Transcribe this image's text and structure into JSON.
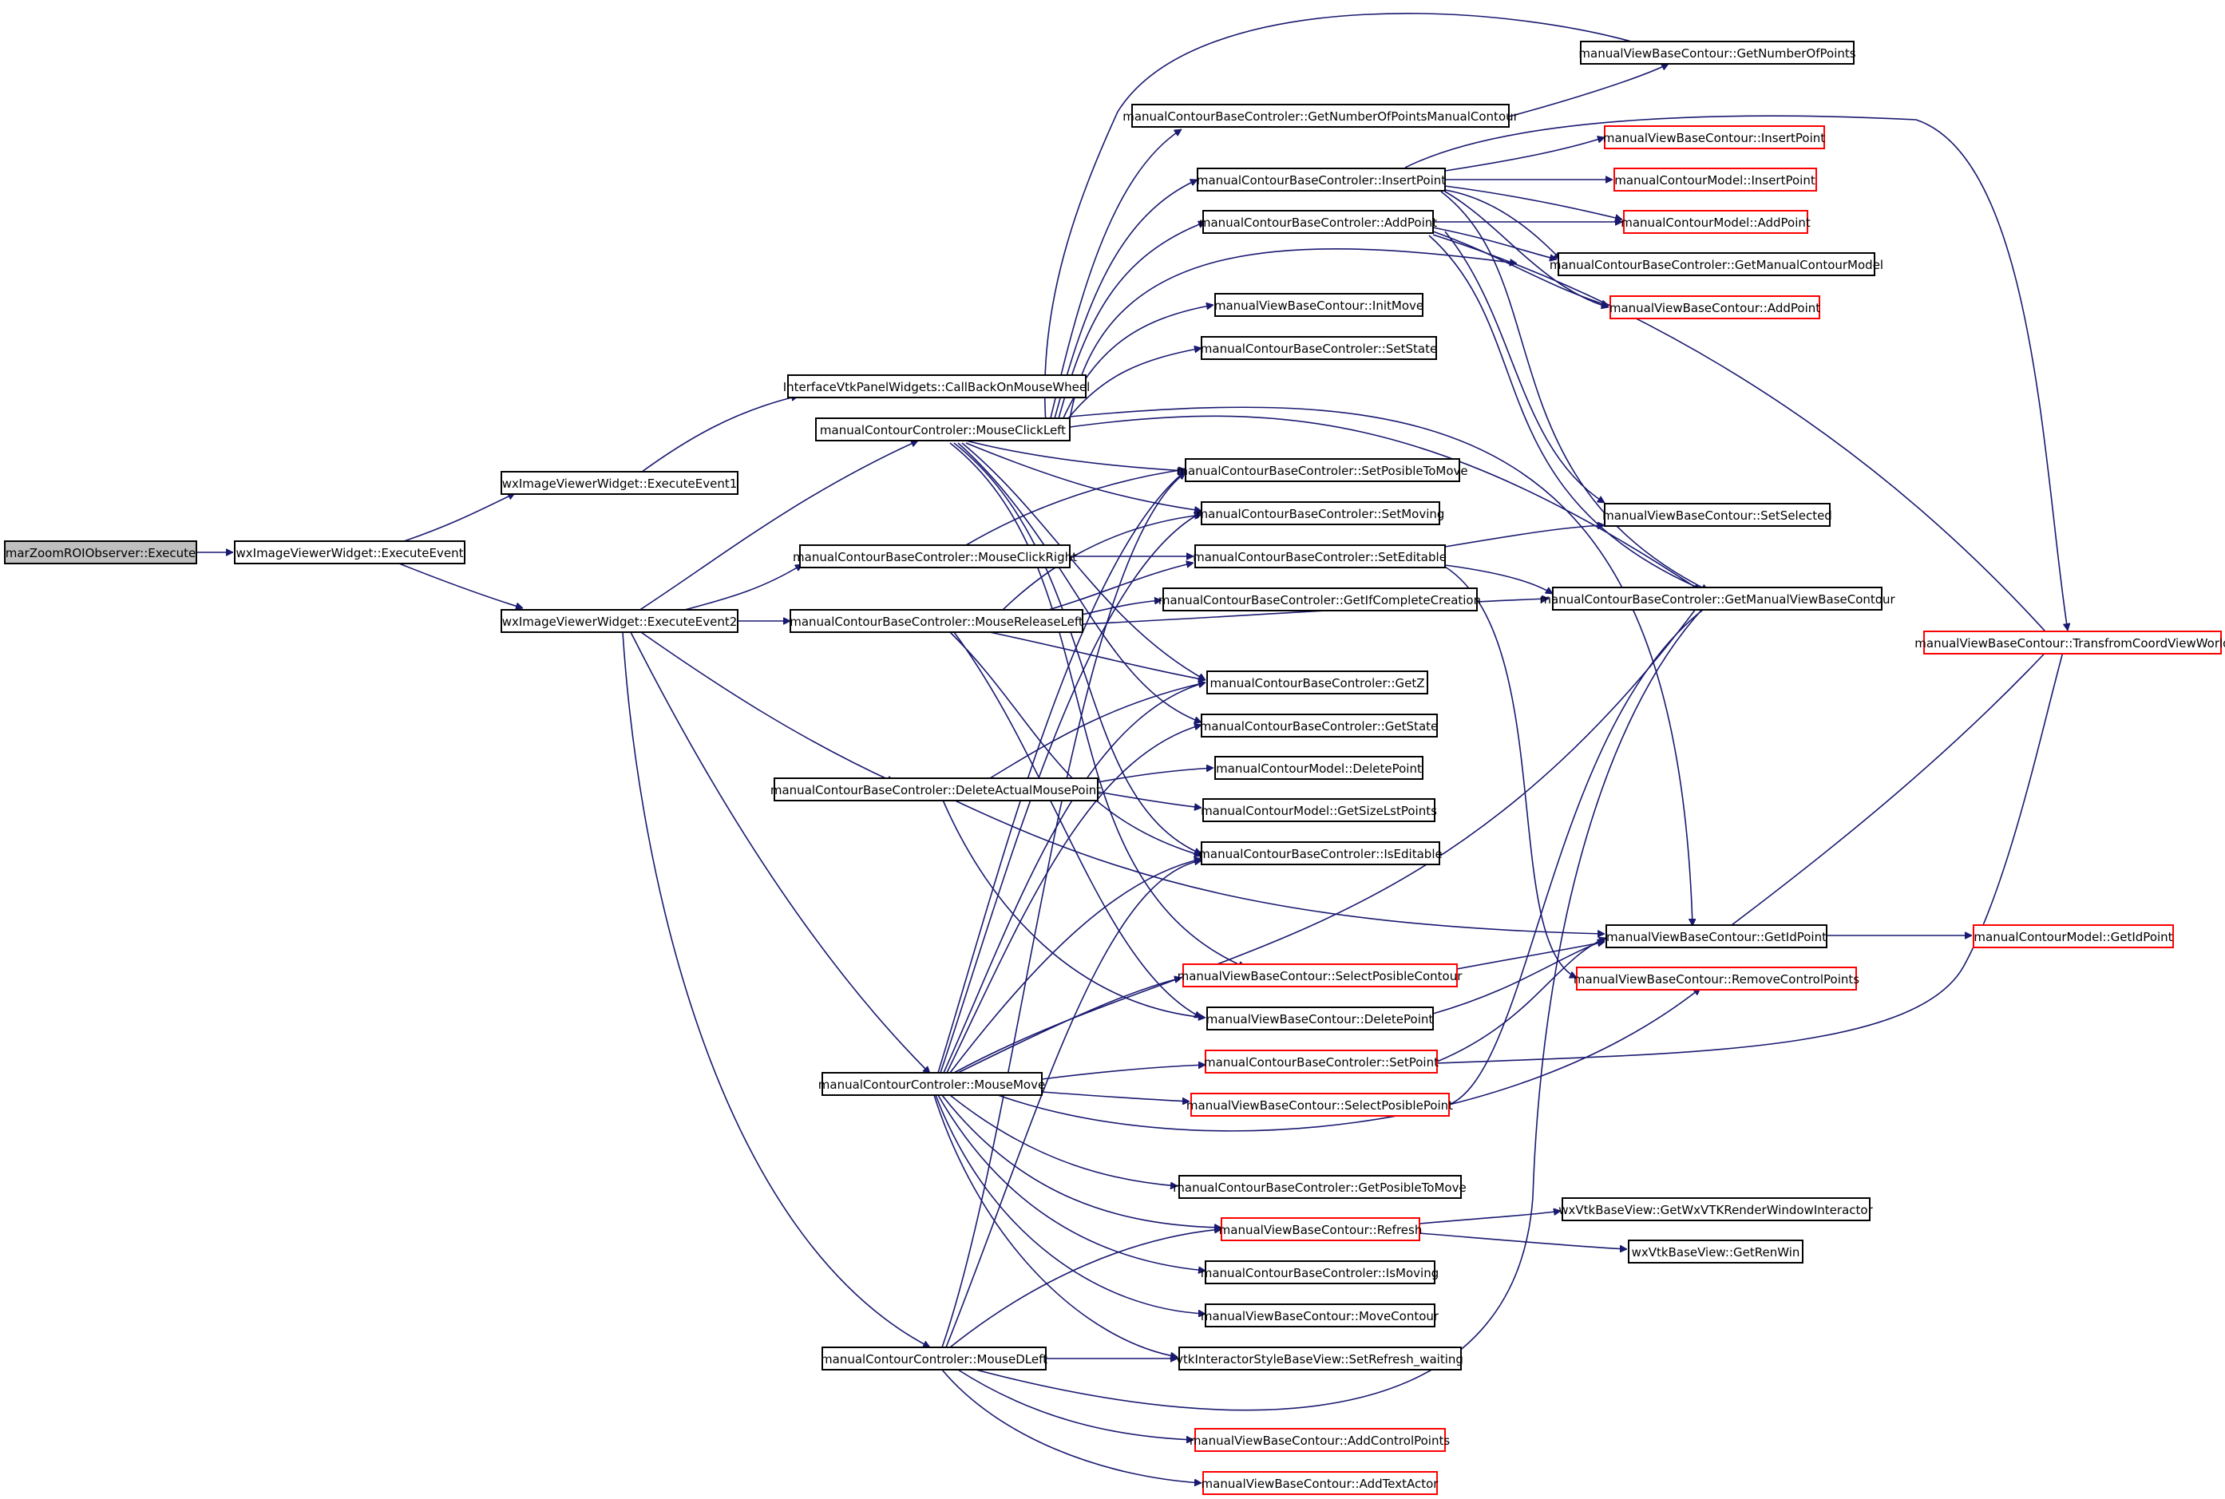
{
  "colors": {
    "edge": "#191970",
    "box_border": "#000000",
    "box_border_undocumented": "#ff0000",
    "root_fill": "#bfbfbf"
  },
  "nodes": [
    {
      "id": "n0",
      "label": "marZoomROIObserver::Execute",
      "root": true
    },
    {
      "id": "n1",
      "label": "wxImageViewerWidget::ExecuteEvent"
    },
    {
      "id": "n2",
      "label": "wxImageViewerWidget::ExecuteEvent1"
    },
    {
      "id": "n3",
      "label": "wxImageViewerWidget::ExecuteEvent2"
    },
    {
      "id": "n4",
      "label": "InterfaceVtkPanelWidgets::CallBackOnMouseWheel"
    },
    {
      "id": "n5",
      "label": "manualContourControler::MouseClickLeft"
    },
    {
      "id": "n6",
      "label": "manualContourBaseControler::MouseClickRight"
    },
    {
      "id": "n7",
      "label": "manualContourBaseControler::MouseReleaseLeft"
    },
    {
      "id": "n8",
      "label": "manualContourBaseControler::DeleteActualMousePoint"
    },
    {
      "id": "n9",
      "label": "manualContourControler::MouseMove"
    },
    {
      "id": "n10",
      "label": "manualContourControler::MouseDLeft"
    },
    {
      "id": "n11",
      "label": "manualContourBaseControler::GetNumberOfPointsManualContour"
    },
    {
      "id": "n12",
      "label": "manualContourBaseControler::InsertPoint"
    },
    {
      "id": "n13",
      "label": "manualContourBaseControler::AddPoint"
    },
    {
      "id": "n14",
      "label": "manualViewBaseContour::InitMove"
    },
    {
      "id": "n15",
      "label": "manualContourBaseControler::SetState"
    },
    {
      "id": "n16",
      "label": "manualContourBaseControler::SetPosibleToMove"
    },
    {
      "id": "n17",
      "label": "manualContourBaseControler::SetMoving"
    },
    {
      "id": "n18",
      "label": "manualContourBaseControler::SetEditable"
    },
    {
      "id": "n19",
      "label": "manualContourBaseControler::GetIfCompleteCreation"
    },
    {
      "id": "n20",
      "label": "manualContourBaseControler::GetZ"
    },
    {
      "id": "n21",
      "label": "manualContourBaseControler::GetState"
    },
    {
      "id": "n22",
      "label": "manualContourModel::DeletePoint"
    },
    {
      "id": "n23",
      "label": "manualContourModel::GetSizeLstPoints"
    },
    {
      "id": "n24",
      "label": "manualContourBaseControler::IsEditable"
    },
    {
      "id": "n25",
      "label": "manualViewBaseContour::SelectPosibleContour",
      "undocumented": true
    },
    {
      "id": "n26",
      "label": "manualViewBaseContour::DeletePoint"
    },
    {
      "id": "n27",
      "label": "manualContourBaseControler::SetPoint",
      "undocumented": true
    },
    {
      "id": "n28",
      "label": "manualViewBaseContour::SelectPosiblePoint",
      "undocumented": true
    },
    {
      "id": "n29",
      "label": "manualContourBaseControler::GetPosibleToMove"
    },
    {
      "id": "n30",
      "label": "manualViewBaseContour::Refresh",
      "undocumented": true
    },
    {
      "id": "n31",
      "label": "manualContourBaseControler::IsMoving"
    },
    {
      "id": "n32",
      "label": "manualViewBaseContour::MoveContour"
    },
    {
      "id": "n33",
      "label": "vtkInteractorStyleBaseView::SetRefresh_waiting"
    },
    {
      "id": "n34",
      "label": "manualViewBaseContour::AddControlPoints",
      "undocumented": true
    },
    {
      "id": "n35",
      "label": "manualViewBaseContour::AddTextActor",
      "undocumented": true
    },
    {
      "id": "n36",
      "label": "manualViewBaseContour::GetNumberOfPoints"
    },
    {
      "id": "n37",
      "label": "manualViewBaseContour::InsertPoint",
      "undocumented": true
    },
    {
      "id": "n38",
      "label": "manualContourModel::InsertPoint",
      "undocumented": true
    },
    {
      "id": "n39",
      "label": "manualContourModel::AddPoint",
      "undocumented": true
    },
    {
      "id": "n40",
      "label": "manualContourBaseControler::GetManualContourModel"
    },
    {
      "id": "n41",
      "label": "manualViewBaseContour::AddPoint",
      "undocumented": true
    },
    {
      "id": "n42",
      "label": "manualViewBaseContour::SetSelected"
    },
    {
      "id": "n43",
      "label": "manualContourBaseControler::GetManualViewBaseContour"
    },
    {
      "id": "n44",
      "label": "manualViewBaseContour::GetIdPoint"
    },
    {
      "id": "n45",
      "label": "manualViewBaseContour::RemoveControlPoints",
      "undocumented": true
    },
    {
      "id": "n46",
      "label": "wxVtkBaseView::GetWxVTKRenderWindowInteractor"
    },
    {
      "id": "n47",
      "label": "wxVtkBaseView::GetRenWin"
    },
    {
      "id": "n48",
      "label": "manualViewBaseContour::TransfromCoordViewWorld",
      "undocumented": true
    },
    {
      "id": "n49",
      "label": "manualContourModel::GetIdPoint",
      "undocumented": true
    }
  ]
}
